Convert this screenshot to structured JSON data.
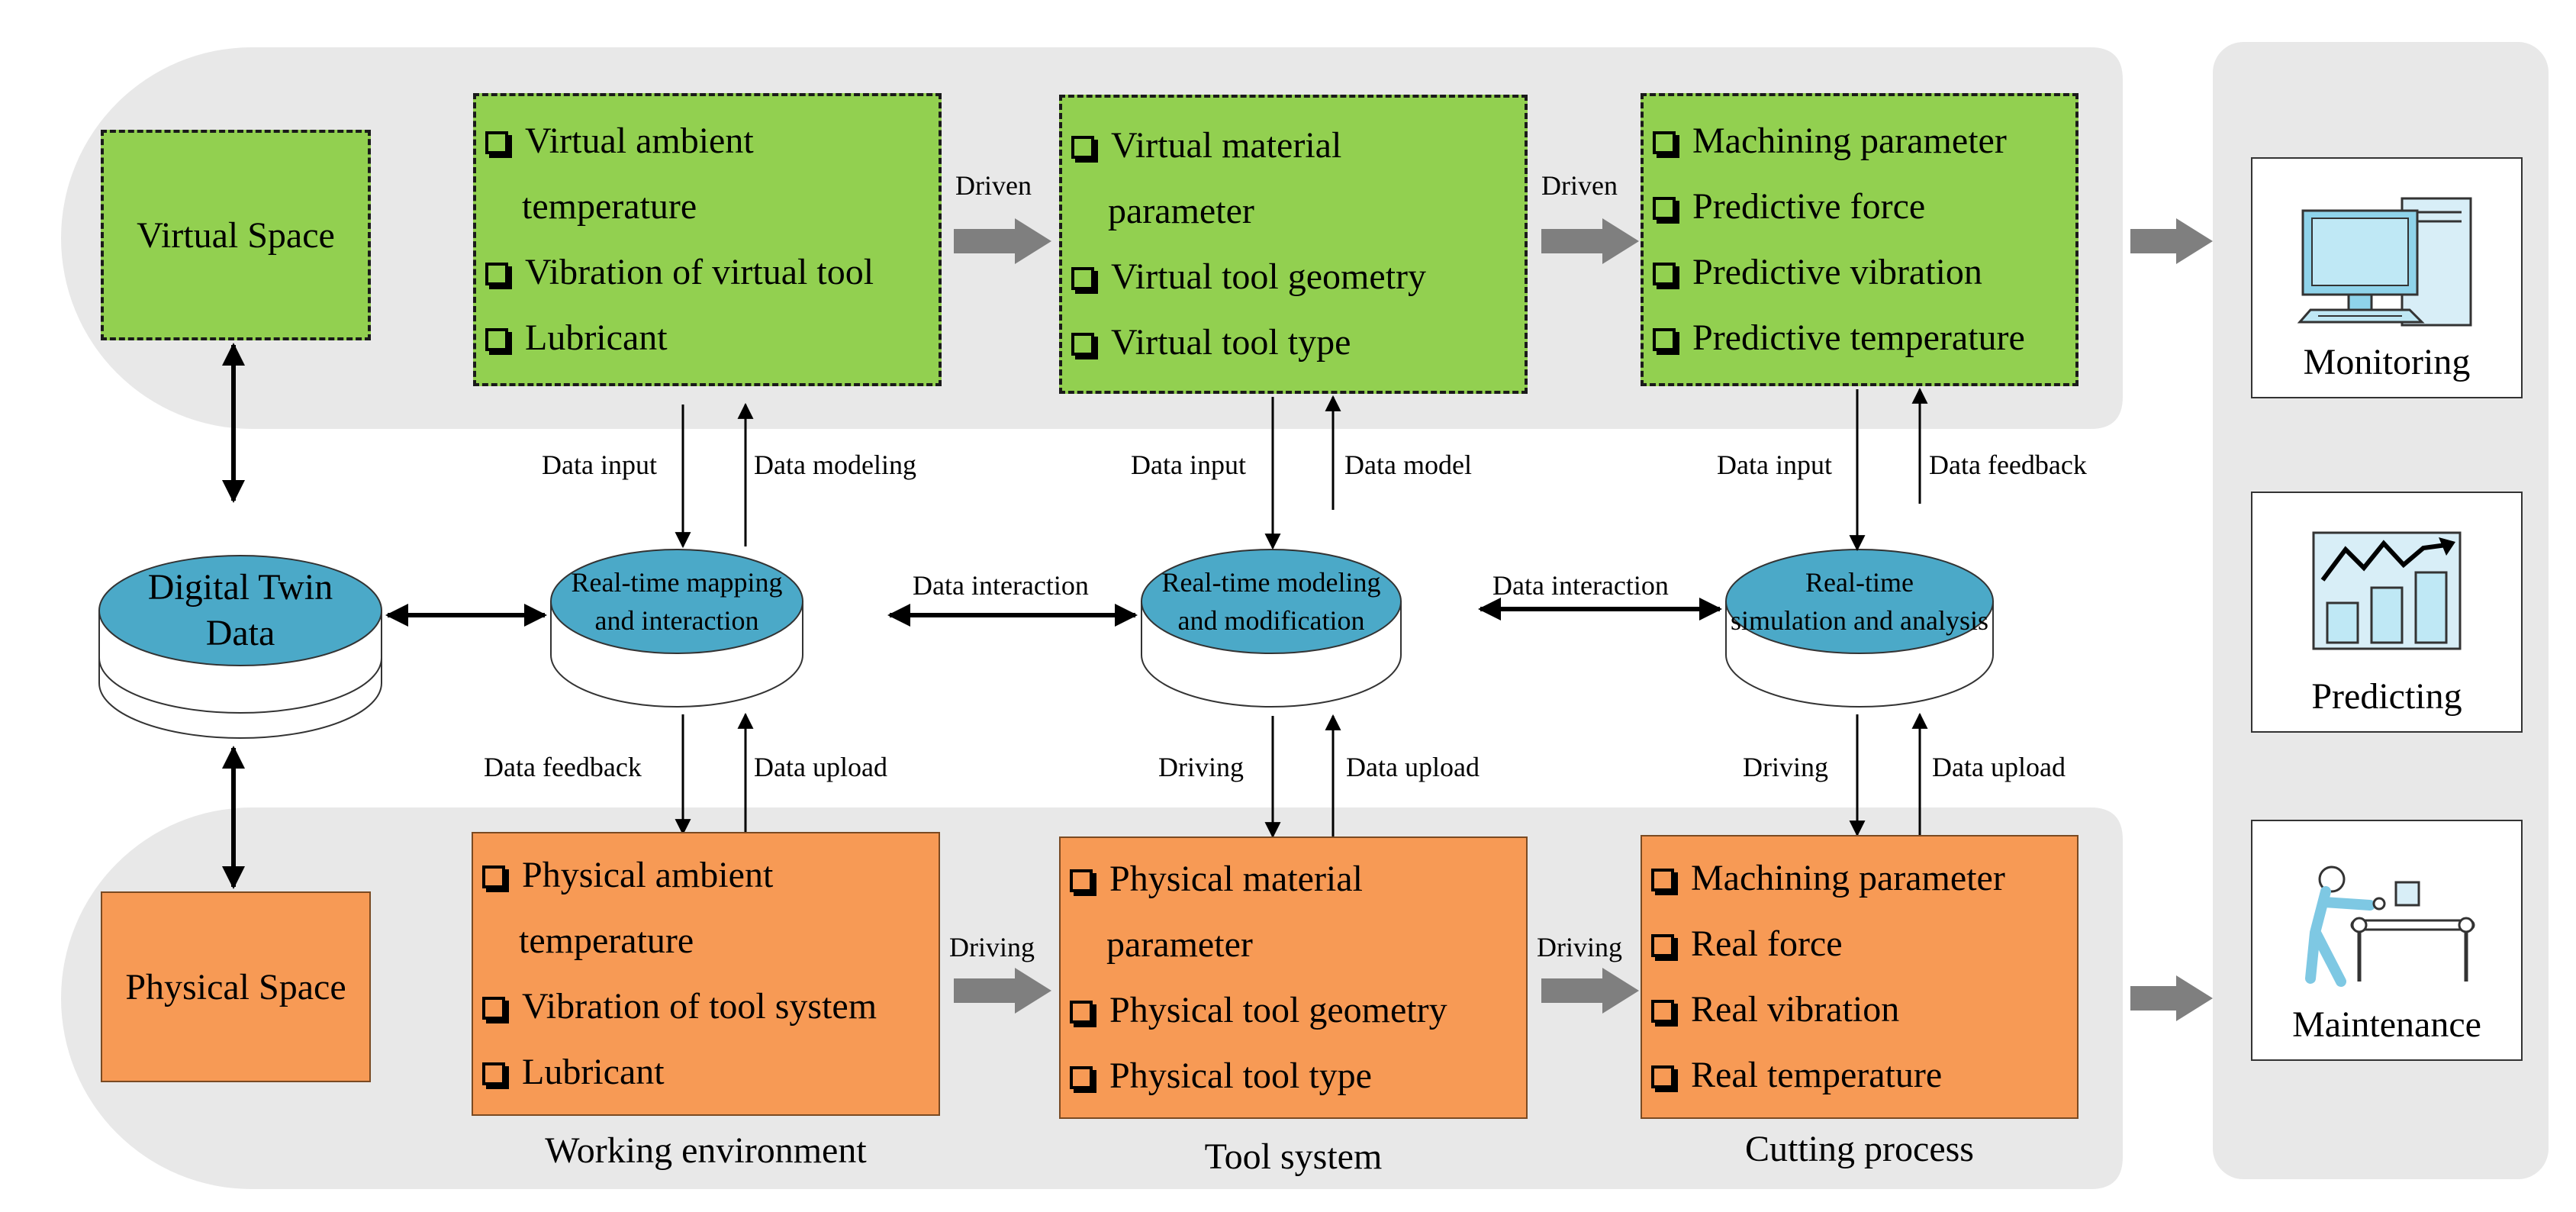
{
  "virtual_space": {
    "label": "Virtual Space",
    "box1": [
      "Virtual ambient",
      "temperature",
      "Vibration of virtual tool",
      "Lubricant"
    ],
    "box2": [
      "Virtual material",
      "parameter",
      "Virtual tool geometry",
      "Virtual tool type"
    ],
    "box3": [
      "Machining  parameter",
      "Predictive force",
      "Predictive vibration",
      "Predictive temperature"
    ],
    "driven_1": "Driven",
    "driven_2": "Driven"
  },
  "physical_space": {
    "label": "Physical Space",
    "box1": [
      "Physical ambient",
      "temperature",
      "Vibration of tool system",
      "Lubricant"
    ],
    "box2": [
      "Physical material",
      "parameter",
      "Physical tool geometry",
      "Physical tool type"
    ],
    "box3": [
      "Machining  parameter",
      "Real force",
      "Real vibration",
      "Real temperature"
    ],
    "driving_1": "Driving",
    "driving_2": "Driving",
    "captions": [
      "Working environment",
      "Tool system",
      "Cutting process"
    ]
  },
  "digital_twin": {
    "label_line1": "Digital Twin",
    "label_line2": "Data"
  },
  "discs": [
    {
      "line1": "Real-time mapping",
      "line2": "and interaction"
    },
    {
      "line1": "Real-time modeling",
      "line2": "and modification"
    },
    {
      "line1": "Real-time",
      "line2": "simulation and analysis"
    }
  ],
  "flows": {
    "col1_up_left": "Data input",
    "col1_up_right": "Data modeling",
    "col2_up_left": "Data input",
    "col2_up_right": "Data model",
    "col3_up_left": "Data input",
    "col3_up_right": "Data feedback",
    "col1_down_left": "Data feedback",
    "col1_down_right": "Data upload",
    "col2_down_left": "Driving",
    "col2_down_right": "Data upload",
    "col3_down_left": "Driving",
    "col3_down_right": "Data upload",
    "interaction_1": "Data interaction",
    "interaction_2": "Data interaction"
  },
  "applications": [
    {
      "label": "Monitoring",
      "icon": "computer-icon"
    },
    {
      "label": "Predicting",
      "icon": "trend-chart-icon"
    },
    {
      "label": "Maintenance",
      "icon": "worker-conveyor-icon"
    }
  ],
  "colors": {
    "panel": "#e8e8e8",
    "virtual_box": "#92d050",
    "physical_box": "#f79a55",
    "disc_top": "#4ba9c8",
    "arrow_gray": "#7f7f7f"
  }
}
